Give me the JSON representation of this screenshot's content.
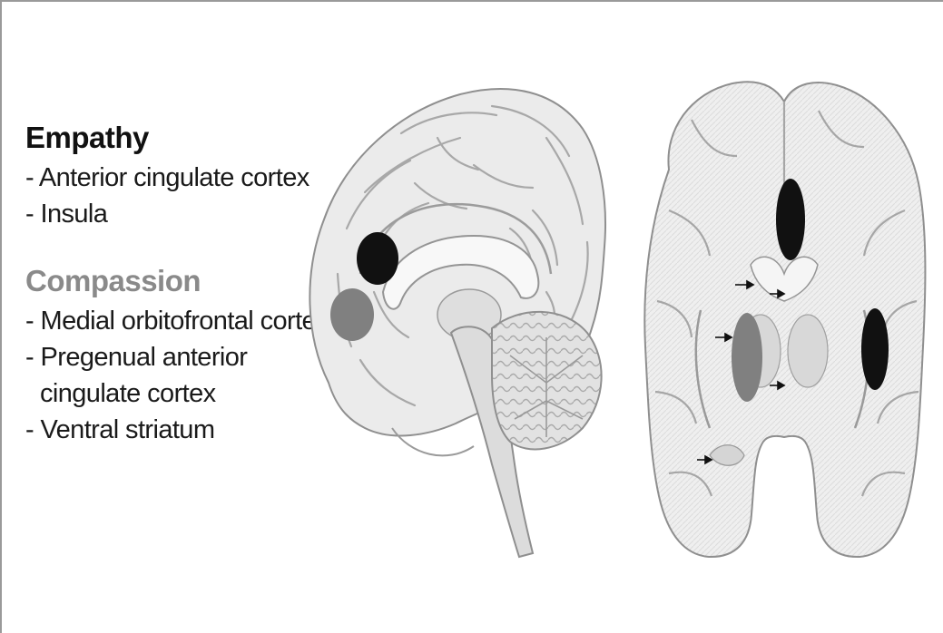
{
  "legend": {
    "empathy": {
      "heading": "Empathy",
      "color": "#111111",
      "items": [
        "- Anterior cingulate cortex",
        "- Insula"
      ]
    },
    "compassion": {
      "heading": "Compassion",
      "color": "#8a8a8a",
      "items": [
        "- Medial orbitofrontal cortex",
        "- Pregenual anterior cingulate cortex",
        "- Ventral striatum"
      ]
    }
  },
  "colors": {
    "empathy_marker": "#111111",
    "compassion_marker": "#808080",
    "brain_fill": "#e9e9e9",
    "brain_outline": "#9a9a9a",
    "frame": "#9a9a9a"
  }
}
